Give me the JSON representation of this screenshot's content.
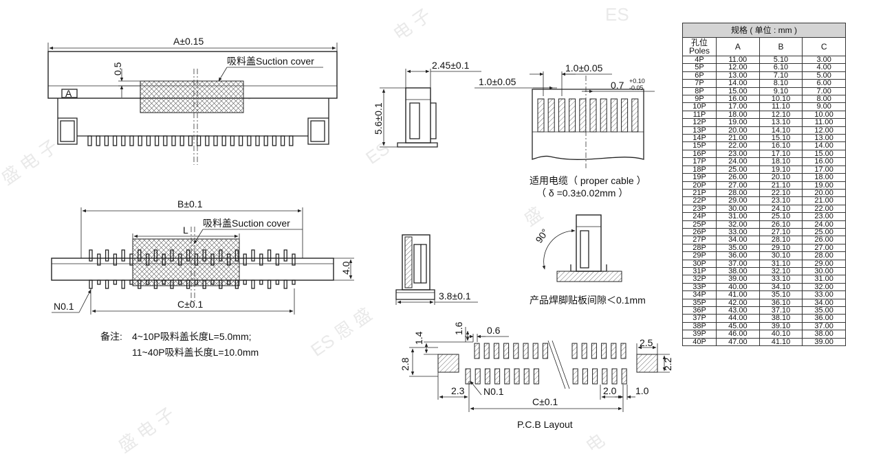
{
  "drawing": {
    "dims": {
      "a": "A±0.15",
      "h05": "0.5",
      "suction1": "吸料盖Suction cover",
      "datum_a": "A",
      "b": "B±0.1",
      "suction2": "吸料盖Suction cover",
      "l": "L",
      "c": "C±0.1",
      "h40": "4.0",
      "n01": "N0.1",
      "w245": "2.45±0.1",
      "h56": "5.6±0.1",
      "p10a": "1.0±0.05",
      "p10b": "1.0±0.05",
      "t07": "0.7",
      "t07_up": "+0.10",
      "t07_dn": "-0.05",
      "w38": "3.8±0.1",
      "deg90": "90°",
      "pcb_16": "1.6",
      "pcb_14": "1.4",
      "pcb_06": "0.6",
      "pcb_25": "2.5",
      "pcb_28": "2.8",
      "pcb_22": "2.2",
      "pcb_23": "2.3",
      "pcb_n01": "N0.1",
      "pcb_20": "2.0",
      "pcb_10": "1.0",
      "pcb_c": "C±0.1"
    },
    "captions": {
      "cable_line1": "适用电缆（ proper cable ）",
      "cable_line2": "（ δ =0.3±0.02mm ）",
      "gap": "产品焊脚贴板间隙＜0.1mm",
      "note_label": "备注:",
      "note1": "4~10P吸料盖长度L=5.0mm;",
      "note2": "11~40P吸料盖长度L=10.0mm",
      "pcb": "P.C.B Layout"
    },
    "watermark": [
      "ES",
      "盛 电 子",
      "ES 恩 盛",
      "盛",
      "电 子",
      "盛 电 子",
      "ES",
      "盛",
      "电"
    ]
  },
  "spec_table": {
    "title": "规格 ( 单位 : mm )",
    "poles_header_line1": "孔位",
    "poles_header_line2": "Poles",
    "col_a": "A",
    "col_b": "B",
    "col_c": "C",
    "rows": [
      [
        "4P",
        "11.00",
        "5.10",
        "3.00"
      ],
      [
        "5P",
        "12.00",
        "6.10",
        "4.00"
      ],
      [
        "6P",
        "13.00",
        "7.10",
        "5.00"
      ],
      [
        "7P",
        "14.00",
        "8.10",
        "6.00"
      ],
      [
        "8P",
        "15.00",
        "9.10",
        "7.00"
      ],
      [
        "9P",
        "16.00",
        "10.10",
        "8.00"
      ],
      [
        "10P",
        "17.00",
        "11.10",
        "9.00"
      ],
      [
        "11P",
        "18.00",
        "12.10",
        "10.00"
      ],
      [
        "12P",
        "19.00",
        "13.10",
        "11.00"
      ],
      [
        "13P",
        "20.00",
        "14.10",
        "12.00"
      ],
      [
        "14P",
        "21.00",
        "15.10",
        "13.00"
      ],
      [
        "15P",
        "22.00",
        "16.10",
        "14.00"
      ],
      [
        "16P",
        "23.00",
        "17.10",
        "15.00"
      ],
      [
        "17P",
        "24.00",
        "18.10",
        "16.00"
      ],
      [
        "18P",
        "25.00",
        "19.10",
        "17.00"
      ],
      [
        "19P",
        "26.00",
        "20.10",
        "18.00"
      ],
      [
        "20P",
        "27.00",
        "21.10",
        "19.00"
      ],
      [
        "21P",
        "28.00",
        "22.10",
        "20.00"
      ],
      [
        "22P",
        "29.00",
        "23.10",
        "21.00"
      ],
      [
        "23P",
        "30.00",
        "24.10",
        "22.00"
      ],
      [
        "24P",
        "31.00",
        "25.10",
        "23.00"
      ],
      [
        "25P",
        "32.00",
        "26.10",
        "24.00"
      ],
      [
        "26P",
        "33.00",
        "27.10",
        "25.00"
      ],
      [
        "27P",
        "34.00",
        "28.10",
        "26.00"
      ],
      [
        "28P",
        "35.00",
        "29.10",
        "27.00"
      ],
      [
        "29P",
        "36.00",
        "30.10",
        "28.00"
      ],
      [
        "30P",
        "37.00",
        "31.10",
        "29.00"
      ],
      [
        "31P",
        "38.00",
        "32.10",
        "30.00"
      ],
      [
        "32P",
        "39.00",
        "33.10",
        "31.00"
      ],
      [
        "33P",
        "40.00",
        "34.10",
        "32.00"
      ],
      [
        "34P",
        "41.00",
        "35.10",
        "33.00"
      ],
      [
        "35P",
        "42.00",
        "36.10",
        "34.00"
      ],
      [
        "36P",
        "43.00",
        "37.10",
        "35.00"
      ],
      [
        "37P",
        "44.00",
        "38.10",
        "36.00"
      ],
      [
        "38P",
        "45.00",
        "39.10",
        "37.00"
      ],
      [
        "39P",
        "46.00",
        "40.10",
        "38.00"
      ],
      [
        "40P",
        "47.00",
        "41.10",
        "39.00"
      ]
    ]
  }
}
